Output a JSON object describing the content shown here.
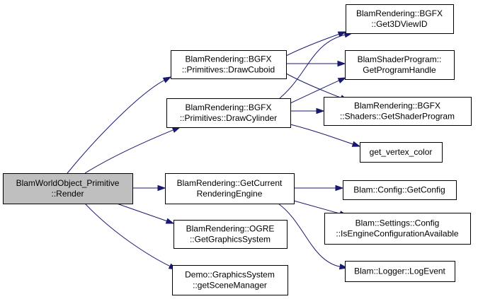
{
  "diagram": {
    "nodes": {
      "render": {
        "lines": [
          "BlamWorldObject_Primitive",
          "::Render"
        ],
        "root": true
      },
      "draw_cuboid": {
        "lines": [
          "BlamRendering::BGFX",
          "::Primitives::DrawCuboid"
        ]
      },
      "draw_cylinder": {
        "lines": [
          "BlamRendering::BGFX",
          "::Primitives::DrawCylinder"
        ]
      },
      "get_current_engine": {
        "lines": [
          "BlamRendering::GetCurrent",
          "RenderingEngine"
        ]
      },
      "ogre_graphics_system": {
        "lines": [
          "BlamRendering::OGRE",
          "::GetGraphicsSystem"
        ]
      },
      "scene_manager": {
        "lines": [
          "Demo::GraphicsSystem",
          "::getSceneManager"
        ]
      },
      "get_3d_view_id": {
        "lines": [
          "BlamRendering::BGFX",
          "::Get3DViewID"
        ]
      },
      "program_handle": {
        "lines": [
          "BlamShaderProgram::",
          "GetProgramHandle"
        ]
      },
      "shader_program": {
        "lines": [
          "BlamRendering::BGFX",
          "::Shaders::GetShaderProgram"
        ]
      },
      "vertex_color": {
        "lines": [
          "get_vertex_color"
        ]
      },
      "get_config": {
        "lines": [
          "Blam::Config::GetConfig"
        ]
      },
      "engine_config_available": {
        "lines": [
          "Blam::Settings::Config",
          "::IsEngineConfigurationAvailable"
        ]
      },
      "log_event": {
        "lines": [
          "Blam::Logger::LogEvent"
        ]
      }
    },
    "edges": [
      {
        "from": "render",
        "to": "draw_cuboid"
      },
      {
        "from": "render",
        "to": "draw_cylinder"
      },
      {
        "from": "render",
        "to": "get_current_engine"
      },
      {
        "from": "render",
        "to": "ogre_graphics_system"
      },
      {
        "from": "render",
        "to": "scene_manager"
      },
      {
        "from": "draw_cuboid",
        "to": "get_3d_view_id"
      },
      {
        "from": "draw_cuboid",
        "to": "program_handle"
      },
      {
        "from": "draw_cuboid",
        "to": "shader_program"
      },
      {
        "from": "draw_cylinder",
        "to": "get_3d_view_id"
      },
      {
        "from": "draw_cylinder",
        "to": "program_handle"
      },
      {
        "from": "draw_cylinder",
        "to": "shader_program"
      },
      {
        "from": "draw_cylinder",
        "to": "vertex_color"
      },
      {
        "from": "get_current_engine",
        "to": "get_config"
      },
      {
        "from": "get_current_engine",
        "to": "engine_config_available"
      },
      {
        "from": "get_current_engine",
        "to": "log_event"
      }
    ],
    "colors": {
      "edge": "#191970",
      "root_fill": "#bfbfbf",
      "node_fill": "#ffffff",
      "border": "#000000"
    }
  }
}
